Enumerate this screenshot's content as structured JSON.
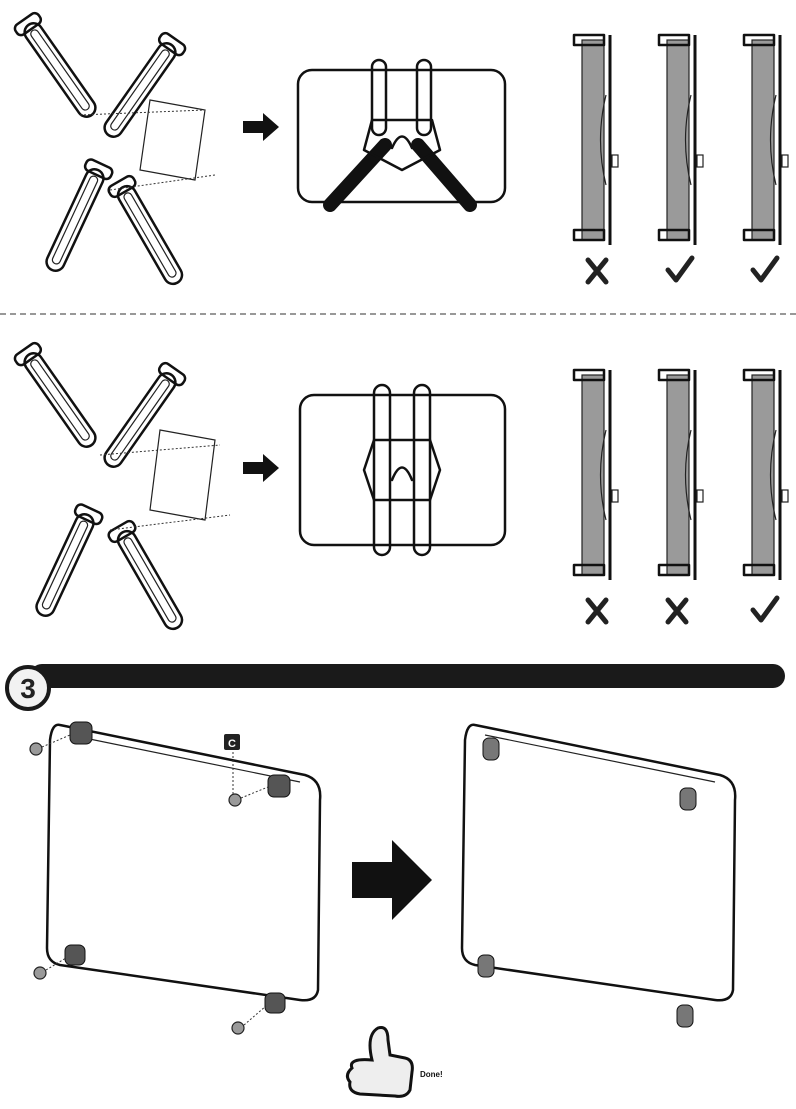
{
  "step": {
    "number": "3"
  },
  "part_label": "C",
  "done_text": "Done!",
  "row1_results": [
    "incorrect",
    "correct",
    "correct"
  ],
  "row2_results": [
    "incorrect",
    "incorrect",
    "correct"
  ],
  "colors": {
    "ink": "#111111",
    "panel_grey": "#9a9a9a",
    "bar": "#1a1a1a"
  }
}
